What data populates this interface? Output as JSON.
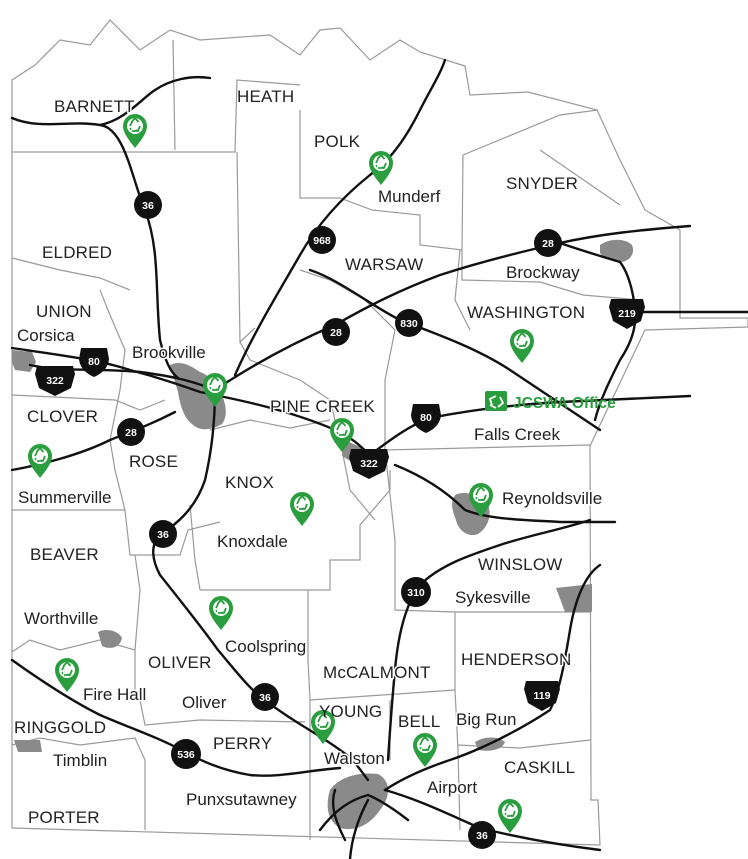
{
  "townships": {
    "barnett": "BARNETT",
    "heath": "HEATH",
    "polk": "POLK",
    "snyder": "SNYDER",
    "eldred": "ELDRED",
    "warsaw": "WARSAW",
    "union": "UNION",
    "washington": "WASHINGTON",
    "clover": "CLOVER",
    "pine_creek": "PINE CREEK",
    "rose": "ROSE",
    "knox": "KNOX",
    "beaver": "BEAVER",
    "winslow": "WINSLOW",
    "oliver": "OLIVER",
    "mccalmont": "McCALMONT",
    "henderson": "HENDERSON",
    "young": "YOUNG",
    "bell": "BELL",
    "ringgold": "RINGGOLD",
    "perry": "PERRY",
    "caskill": "CASKILL",
    "porter": "PORTER"
  },
  "places": {
    "munderf": "Munderf",
    "brockway": "Brockway",
    "corsica": "Corsica",
    "brookville": "Brookville",
    "falls_creek": "Falls Creek",
    "summerville": "Summerville",
    "reynoldsville": "Reynoldsville",
    "knoxdale": "Knoxdale",
    "sykesville": "Sykesville",
    "worthville": "Worthville",
    "coolspring": "Coolspring",
    "oliver": "Oliver",
    "fire_hall": "Fire Hall",
    "big_run": "Big Run",
    "walston": "Walston",
    "timblin": "Timblin",
    "airport": "Airport",
    "punxsutawney": "Punxsutawney"
  },
  "office_label": "JCSWA Office",
  "routes": {
    "r36a": "36",
    "r968": "968",
    "r28a": "28",
    "r28b": "28",
    "r830": "830",
    "r219": "219",
    "r80a": "80",
    "r322a": "322",
    "r28c": "28",
    "r80b": "80",
    "r322b": "322",
    "r36b": "36",
    "r310": "310",
    "r36c": "36",
    "r119": "119",
    "r536": "536",
    "r36d": "36"
  },
  "colors": {
    "recycle_green": "#2a9e3f",
    "road": "#111111",
    "border": "#9a9a9a",
    "town_fill": "#8a8a8a"
  }
}
